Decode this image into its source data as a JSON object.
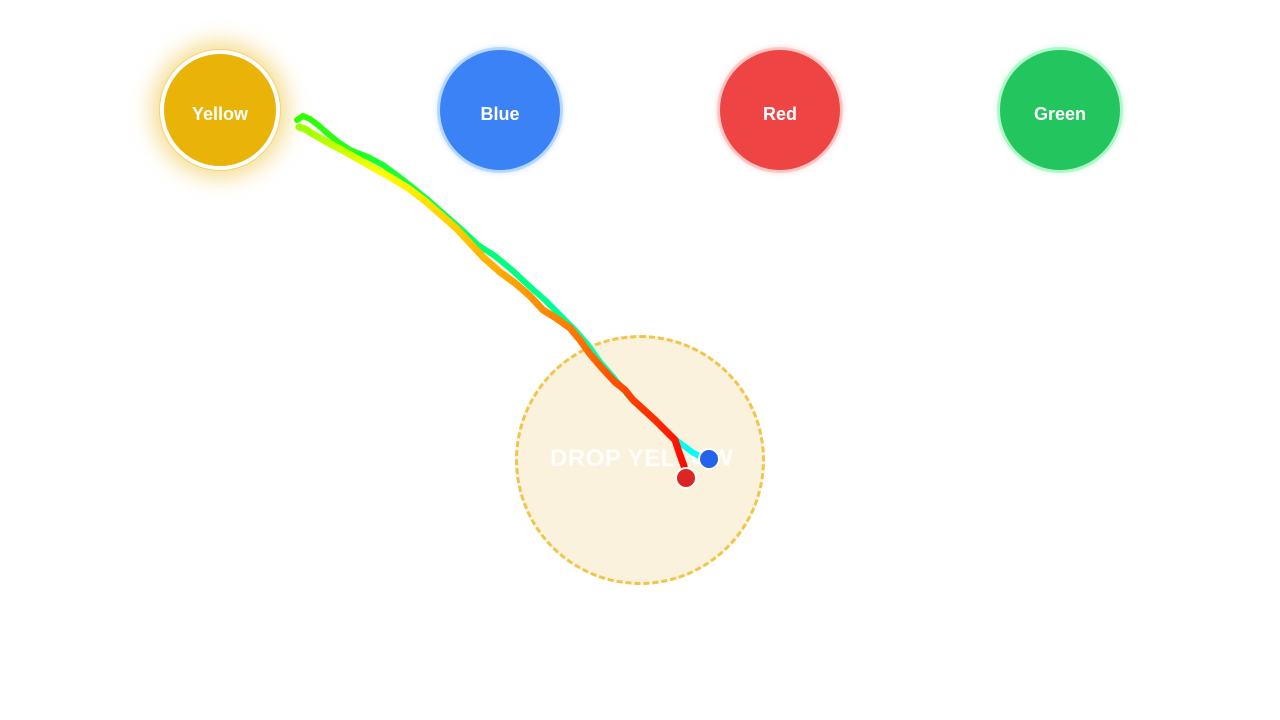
{
  "balls": {
    "yellow": {
      "label": "Yellow",
      "color": "#eab308",
      "selected": true
    },
    "blue": {
      "label": "Blue",
      "color": "#3b82f6"
    },
    "red": {
      "label": "Red",
      "color": "#ef4444"
    },
    "green": {
      "label": "Green",
      "color": "#22c55e"
    }
  },
  "drop_zone": {
    "label": "DROP YELLOW",
    "border_color": "#f0c548",
    "fill_color": "#faf2dc"
  },
  "drag_trails": {
    "style": "rainbow-gradient",
    "colors": [
      "#00ff00",
      "#00ffaa",
      "#00ffff",
      "#ffff00",
      "#ffa500",
      "#ff0000"
    ]
  },
  "cursors": [
    {
      "name": "blue-cursor",
      "color": "#2563eb"
    },
    {
      "name": "red-cursor",
      "color": "#dc2626"
    }
  ]
}
